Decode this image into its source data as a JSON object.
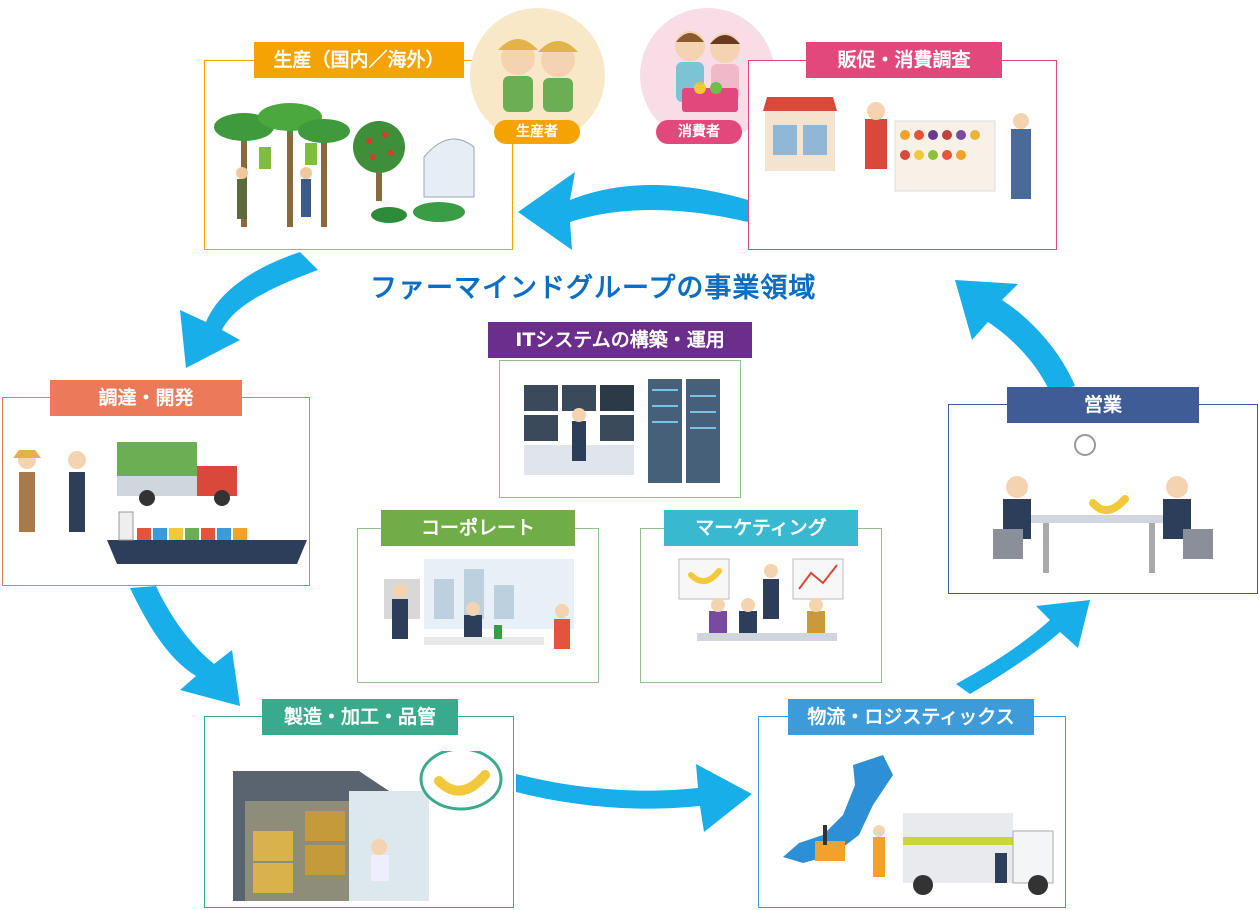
{
  "title": "ファーマインドグループの事業領域",
  "colors": {
    "arrow": "#17aee9",
    "production": "#f5a300",
    "sales": "#e2487b",
    "procurement": "#ec7a5a",
    "manufacturing": "#3aaa8c",
    "logistics": "#3d9bd9",
    "eigyo": "#3f5c97",
    "it": "#6b2e8d",
    "corporate": "#70ad47",
    "marketing": "#38b9cf"
  },
  "nodes": {
    "production": {
      "label": "生産（国内／海外）",
      "icon": "farm-scene-icon"
    },
    "sales": {
      "label": "販促・消費調査",
      "icon": "shop-scene-icon"
    },
    "procurement": {
      "label": "調達・開発",
      "icon": "trade-ship-scene-icon"
    },
    "manufacturing": {
      "label": "製造・加工・品管",
      "icon": "factory-scene-icon"
    },
    "logistics": {
      "label": "物流・ロジスティックス",
      "icon": "truck-map-scene-icon"
    },
    "eigyo": {
      "label": "営業",
      "icon": "meeting-scene-icon"
    },
    "it": {
      "label": "ITシステムの構築・運用",
      "icon": "server-room-icon"
    },
    "corporate": {
      "label": "コーポレート",
      "icon": "office-scene-icon"
    },
    "marketing": {
      "label": "マーケティング",
      "icon": "presentation-scene-icon"
    }
  },
  "badges": {
    "producer": "生産者",
    "consumer": "消費者"
  }
}
